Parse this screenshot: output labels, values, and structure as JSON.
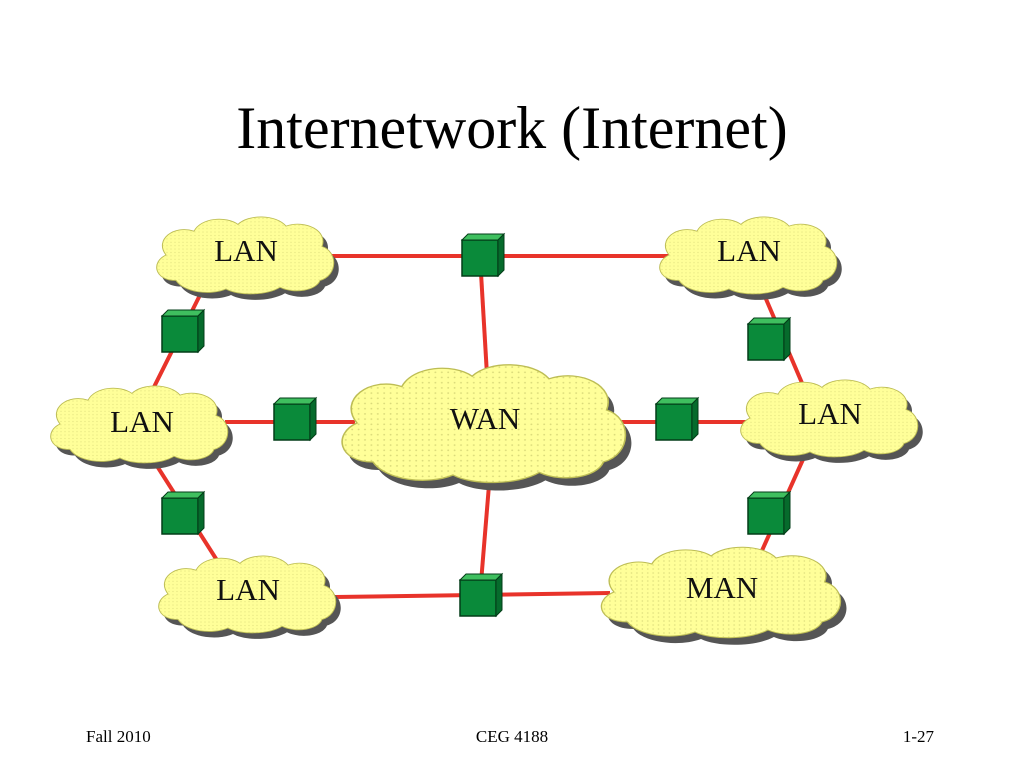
{
  "slide": {
    "title": "Internetwork (Internet)",
    "footer_left": "Fall 2010",
    "footer_center": "CEG 4188",
    "footer_right": "1-27"
  },
  "colors": {
    "cloud_fill": "#ffff99",
    "cloud_shadow": "#555555",
    "link": "#e8332a",
    "router_front": "#0a8a3a",
    "router_top": "#3fbf5f",
    "router_side": "#066b2c",
    "router_edge": "#033d18"
  },
  "diagram": {
    "clouds": [
      {
        "id": "lan-top-left",
        "label": "LAN"
      },
      {
        "id": "lan-top-right",
        "label": "LAN"
      },
      {
        "id": "lan-mid-left",
        "label": "LAN"
      },
      {
        "id": "wan-center",
        "label": "WAN"
      },
      {
        "id": "lan-mid-right",
        "label": "LAN"
      },
      {
        "id": "lan-bottom-left",
        "label": "LAN"
      },
      {
        "id": "man-bottom-right",
        "label": "MAN"
      }
    ],
    "router_icon": "router-cube-icon"
  }
}
